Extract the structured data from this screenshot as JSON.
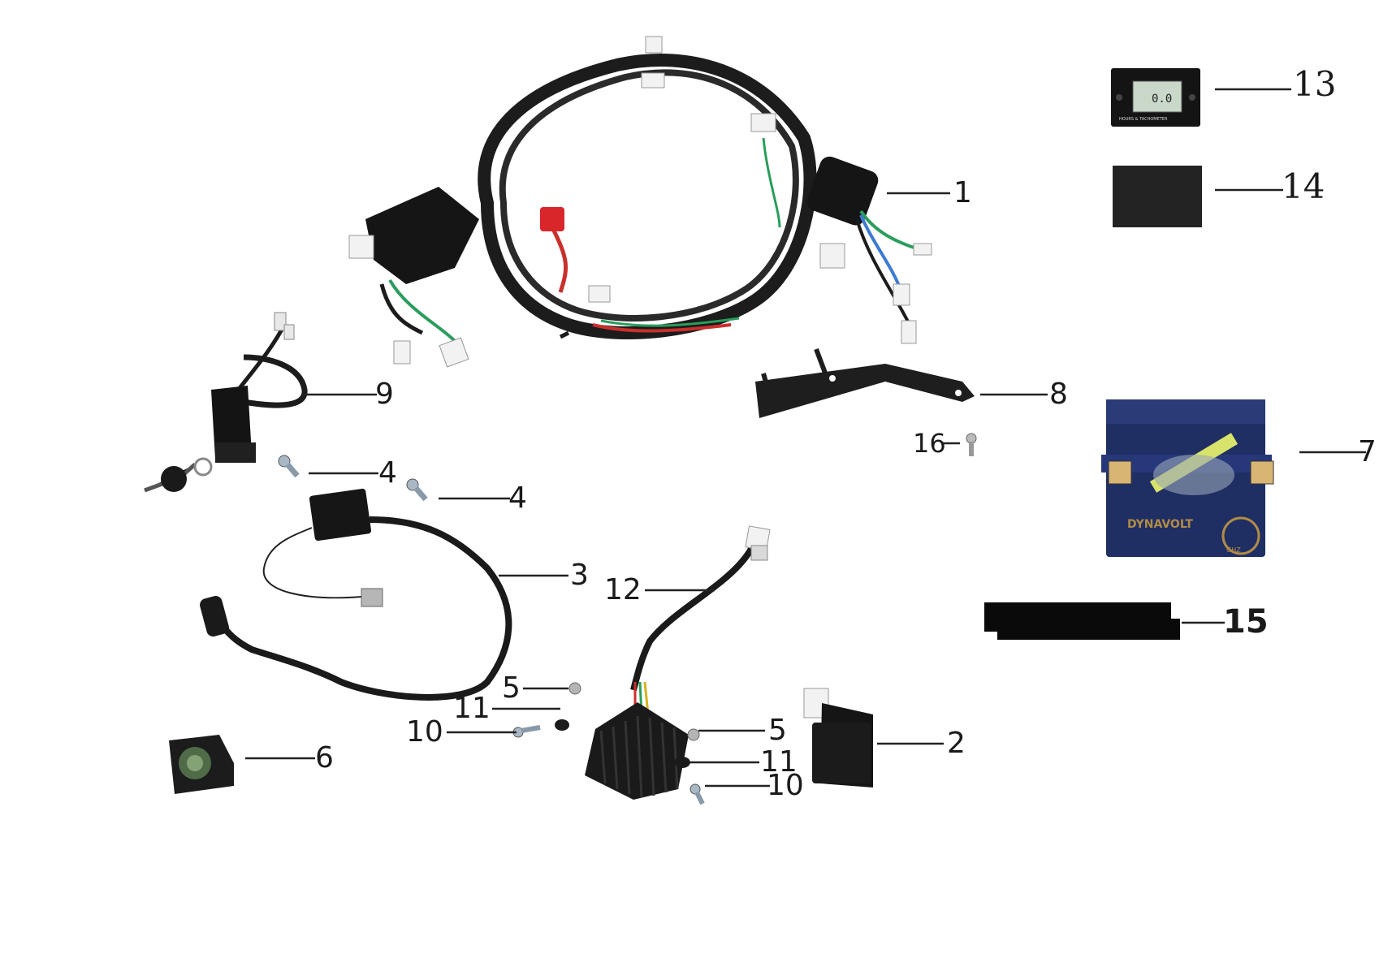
{
  "callouts": [
    {
      "id": "1",
      "text": "1"
    },
    {
      "id": "2",
      "text": "2"
    },
    {
      "id": "3",
      "text": "3"
    },
    {
      "id": "4a",
      "text": "4"
    },
    {
      "id": "4b",
      "text": "4"
    },
    {
      "id": "5a",
      "text": "5"
    },
    {
      "id": "5b",
      "text": "5"
    },
    {
      "id": "6",
      "text": "6"
    },
    {
      "id": "7",
      "text": "7"
    },
    {
      "id": "8",
      "text": "8"
    },
    {
      "id": "9",
      "text": "9"
    },
    {
      "id": "10a",
      "text": "10"
    },
    {
      "id": "10b",
      "text": "10"
    },
    {
      "id": "11a",
      "text": "11"
    },
    {
      "id": "11b",
      "text": "11"
    },
    {
      "id": "12",
      "text": "12"
    },
    {
      "id": "13",
      "text": "13"
    },
    {
      "id": "14",
      "text": "14"
    },
    {
      "id": "15",
      "text": "15"
    },
    {
      "id": "16",
      "text": "16"
    }
  ],
  "parts": {
    "hour_meter": {
      "display": "0.0",
      "caption": "HOURS & TACHOMETER"
    },
    "battery": {
      "brand": "DYNAVOLT",
      "model": "GHZ"
    }
  },
  "colors": {
    "harness": "#1c1c1c",
    "connector": "#f2f2f2",
    "red_terminal": "#d8262b",
    "battery_body": "#1f2e63",
    "label_line": "#222222"
  }
}
